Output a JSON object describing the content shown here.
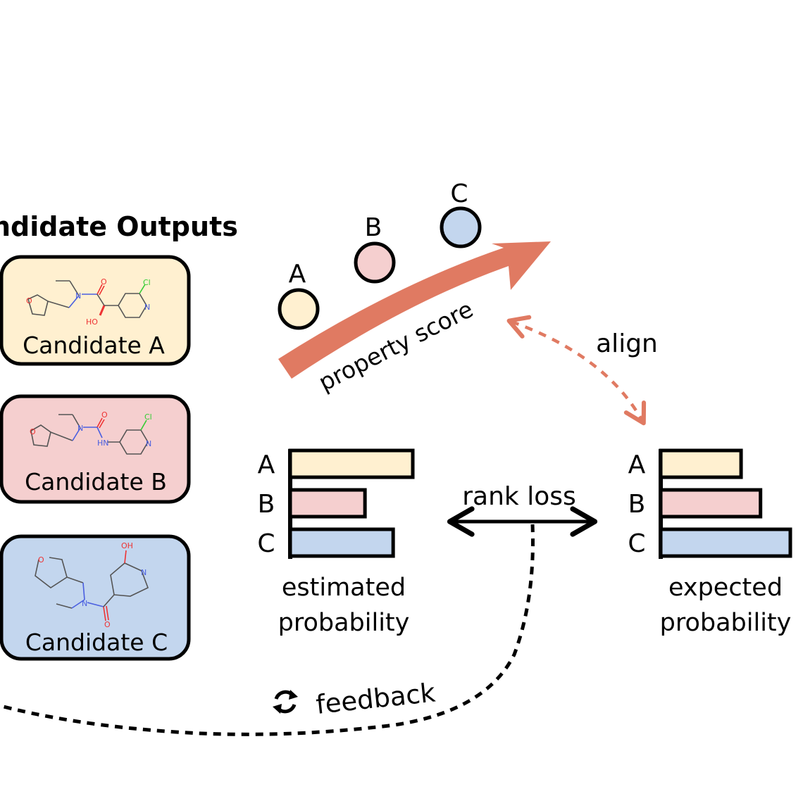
{
  "title": "ndidate Outputs",
  "colors": {
    "A": "#fff0d0",
    "B": "#f5cfcf",
    "C": "#c3d6ee",
    "arrow": "#e07a62",
    "outline": "#000000"
  },
  "candidates": [
    {
      "id": "A",
      "label": "Candidate A",
      "molecule": {
        "atoms": [
          "O",
          "N",
          "O",
          "HO",
          "Cl",
          "N"
        ]
      }
    },
    {
      "id": "B",
      "label": "Candidate B",
      "molecule": {
        "atoms": [
          "O",
          "N",
          "O",
          "HN",
          "Cl",
          "N"
        ]
      }
    },
    {
      "id": "C",
      "label": "Candidate C",
      "molecule": {
        "atoms": [
          "O",
          "N",
          "O",
          "OH",
          "N"
        ]
      }
    }
  ],
  "property_panel": {
    "arrow_label": "property score",
    "points": [
      {
        "id": "A",
        "label": "A"
      },
      {
        "id": "B",
        "label": "B"
      },
      {
        "id": "C",
        "label": "C"
      }
    ],
    "order_low_to_high": [
      "A",
      "B",
      "C"
    ]
  },
  "align_label": "align",
  "rank_loss_label": "rank loss",
  "feedback_label": "feedback",
  "feedback_icon": "refresh-cycle-icon",
  "chart_data": [
    {
      "type": "bar",
      "orientation": "horizontal",
      "title": "",
      "caption_line1": "estimated",
      "caption_line2": "probability",
      "categories": [
        "A",
        "B",
        "C"
      ],
      "values": [
        1.0,
        0.61,
        0.84
      ],
      "xlim": [
        0,
        1.0
      ]
    },
    {
      "type": "bar",
      "orientation": "horizontal",
      "title": "",
      "caption_line1": "expected",
      "caption_line2": "probability",
      "categories": [
        "A",
        "B",
        "C"
      ],
      "values": [
        0.62,
        0.77,
        1.0
      ],
      "xlim": [
        0,
        1.0
      ]
    }
  ]
}
